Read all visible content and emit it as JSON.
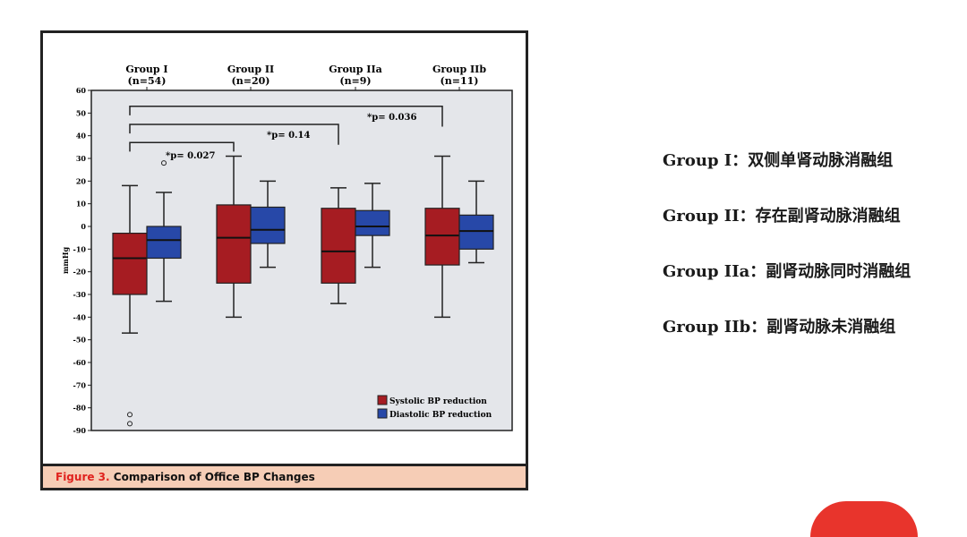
{
  "chart_data": {
    "type": "box",
    "title": "",
    "ylabel": "mmHg",
    "ylim": [
      -90,
      60
    ],
    "yticks": [
      60,
      50,
      40,
      30,
      20,
      10,
      0,
      -10,
      -20,
      -30,
      -40,
      -50,
      -60,
      -70,
      -80,
      -90
    ],
    "grid": false,
    "legend_position": "bottom-right",
    "categories": [
      {
        "name": "Group I",
        "n": "(n=54)"
      },
      {
        "name": "Group II",
        "n": "(n=20)"
      },
      {
        "name": "Group IIa",
        "n": "(n=9)"
      },
      {
        "name": "Group IIb",
        "n": "(n=11)"
      }
    ],
    "series": [
      {
        "name": "Systolic BP reduction",
        "color": "#a61c22",
        "boxes": [
          {
            "whisker_high": 18,
            "q3": -3,
            "median": -14,
            "q1": -30,
            "whisker_low": -47,
            "outliers": [
              -83,
              -87
            ]
          },
          {
            "whisker_high": 31,
            "q3": 9.5,
            "median": -5,
            "q1": -25,
            "whisker_low": -40,
            "outliers": []
          },
          {
            "whisker_high": 17,
            "q3": 8,
            "median": -11,
            "q1": -25,
            "whisker_low": -34,
            "outliers": []
          },
          {
            "whisker_high": 31,
            "q3": 8,
            "median": -4,
            "q1": -17,
            "whisker_low": -40,
            "outliers": []
          }
        ]
      },
      {
        "name": "Diastolic BP reduction",
        "color": "#2748a8",
        "boxes": [
          {
            "whisker_high": 15,
            "q3": 0,
            "median": -6,
            "q1": -14,
            "whisker_low": -33,
            "outliers": [
              28
            ]
          },
          {
            "whisker_high": 20,
            "q3": 8.5,
            "median": -1.5,
            "q1": -7.5,
            "whisker_low": -18,
            "outliers": []
          },
          {
            "whisker_high": 19,
            "q3": 7,
            "median": 0,
            "q1": -4,
            "whisker_low": -18,
            "outliers": []
          },
          {
            "whisker_high": 20,
            "q3": 5,
            "median": -2,
            "q1": -10,
            "whisker_low": -16,
            "outliers": []
          }
        ]
      }
    ],
    "comparisons": [
      {
        "from": 0,
        "to": 1,
        "level": 37,
        "label": "*p= 0.027",
        "label_value": 30
      },
      {
        "from": 0,
        "to": 2,
        "level": 45,
        "label": "*p= 0.14",
        "label_value": 39
      },
      {
        "from": 0,
        "to": 3,
        "level": 53,
        "label": "*p= 0.036",
        "label_value": 47
      }
    ]
  },
  "caption": {
    "figure": "Figure 3.",
    "title": "Comparison of Office BP Changes"
  },
  "group_descriptions": [
    {
      "group": "Group I：",
      "text": "双侧单肾动脉消融组"
    },
    {
      "group": "Group II：",
      "text": "存在副肾动脉消融组"
    },
    {
      "group": "Group IIa：",
      "text": "副肾动脉同时消融组"
    },
    {
      "group": "Group IIb：",
      "text": "副肾动脉未消融组"
    }
  ]
}
